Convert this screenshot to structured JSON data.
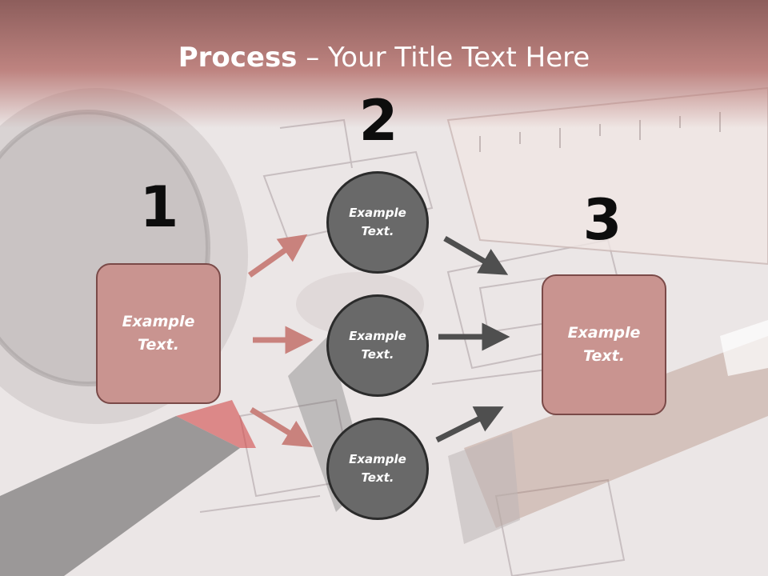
{
  "title": {
    "bold": "Process",
    "rest": " – Your Title Text Here"
  },
  "steps": {
    "n1": "1",
    "n2": "2",
    "n3": "3"
  },
  "boxes": {
    "left": "Example Text.",
    "right": "Example Text."
  },
  "circles": {
    "top": "Example Text.",
    "middle": "Example Text.",
    "bottom": "Example Text."
  },
  "colors": {
    "title_band": "#b87672",
    "box_fill": "#c99490",
    "circle_fill": "#696969",
    "arrow_pink": "#c9827d",
    "arrow_gray": "#4f4f4f"
  }
}
